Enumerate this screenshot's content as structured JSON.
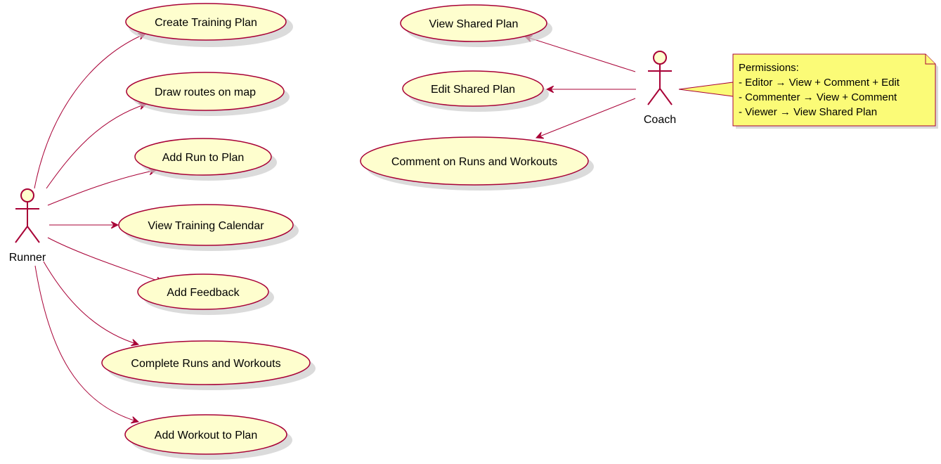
{
  "colors": {
    "line": "#A80036",
    "usecase_fill": "#FEFECE",
    "note_fill": "#FBFB77",
    "shadow": "#CCCCCC"
  },
  "actors": {
    "runner": {
      "label": "Runner"
    },
    "coach": {
      "label": "Coach"
    }
  },
  "usecases": {
    "create_training_plan": "Create Training Plan",
    "draw_routes": "Draw routes on map",
    "add_run": "Add Run to Plan",
    "view_calendar": "View Training Calendar",
    "add_feedback": "Add Feedback",
    "complete_runs": "Complete Runs and Workouts",
    "add_workout": "Add Workout to Plan",
    "view_shared": "View Shared Plan",
    "edit_shared": "Edit Shared Plan",
    "comment_runs": "Comment on Runs and Workouts"
  },
  "note": {
    "lines": [
      "Permissions:",
      "- Editor → View + Comment + Edit",
      "- Commenter → View + Comment",
      "- Viewer → View Shared Plan"
    ]
  },
  "relations": [
    {
      "from": "runner",
      "to": "create_training_plan"
    },
    {
      "from": "runner",
      "to": "draw_routes"
    },
    {
      "from": "runner",
      "to": "add_run"
    },
    {
      "from": "runner",
      "to": "view_calendar"
    },
    {
      "from": "runner",
      "to": "add_feedback"
    },
    {
      "from": "runner",
      "to": "complete_runs"
    },
    {
      "from": "runner",
      "to": "add_workout"
    },
    {
      "from": "coach",
      "to": "view_shared"
    },
    {
      "from": "coach",
      "to": "edit_shared"
    },
    {
      "from": "coach",
      "to": "comment_runs"
    }
  ]
}
